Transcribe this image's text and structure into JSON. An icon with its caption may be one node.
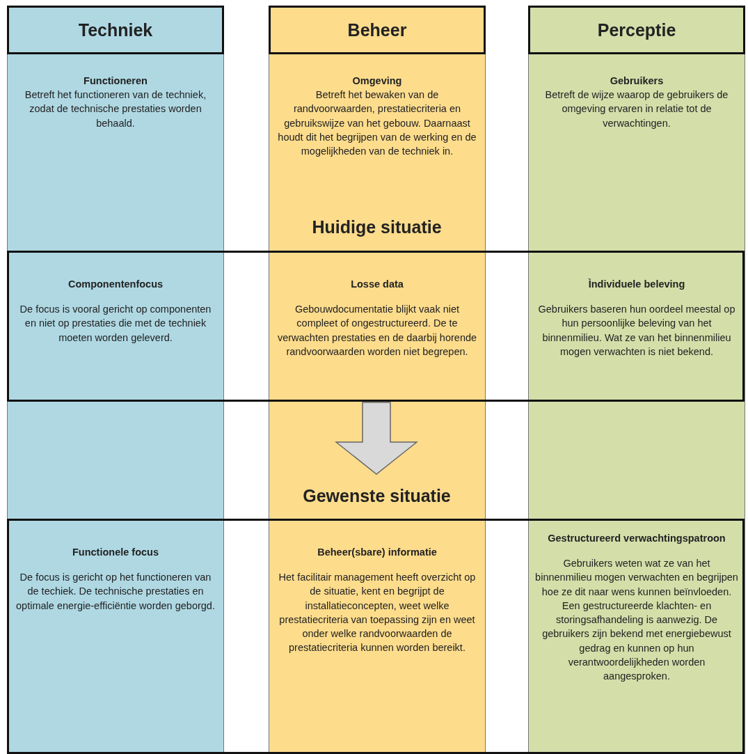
{
  "diagram": {
    "nodes": [
      {
        "text": [
          "Techniek"
        ]
      },
      {
        "text": [
          "Beheer"
        ]
      },
      {
        "text": [
          "Perceptie"
        ]
      },
      {
        "text": [
          "Functioneren",
          "Betreft het functioneren van de techniek, zodat de technische prestaties worden behaald."
        ],
        "in": 0
      },
      {
        "text": [
          "Omgeving",
          "Betreft het bewaken van de randvoorwaarden, prestatiecriteria en gebruikswijze van het gebouw. Daarnaast houdt dit het begrijpen van de werking en de mogelijkheden van de techniek in."
        ],
        "in": 1
      },
      {
        "text": [
          "Gebruikers",
          "Betreft de wijze waarop de gebruikers de omgeving ervaren in relatie tot de verwachtingen."
        ],
        "in": 2
      },
      {
        "text": [
          "Componentenfocus",
          "De focus is vooral gericht op componenten en niet op prestaties die met de techniek moeten worden geleverd."
        ],
        "in": 0
      },
      {
        "text": [
          "Losse data",
          "Gebouwdocumentatie blijkt vaak niet compleet of ongestructureerd. De te verwachten prestaties en de daarbij horende randvoorwaarden worden niet begrepen."
        ],
        "in": 1
      },
      {
        "text": [
          "Ìndividuele beleving",
          "Gebruikers baseren hun oordeel meestal op hun persoonlijke beleving van het binnenmilieu. Wat ze van het binnenmilieu mogen verwachten is niet bekend."
        ],
        "in": 2
      },
      {
        "text": [
          "Functionele focus",
          "De focus is gericht op het functioneren van de techiek. De technische prestaties en optimale energie-efficiëntie worden geborgd."
        ],
        "in": 0
      },
      {
        "text": [
          "Beheer(sbare) informatie",
          "Het facilitair management heeft overzicht op de situatie, kent en begrijpt de installatieconcepten, weet welke prestatiecriteria van toepassing zijn en weet onder welke randvoorwaarden de prestatiecriteria kunnen worden bereikt."
        ],
        "in": 1
      },
      {
        "text": [
          "Gestructureerd verwachtingspatroon",
          "Gebruikers weten wat ze van het binnenmilieu mogen verwachten en begrijpen hoe ze dit naar wens kunnen beïnvloeden. Een gestructureerde klachten- en storingsafhandeling is aanwezig. De gebruikers zijn bekend met energiebewust gedrag en kunnen op hun verantwoordelijkheden worden aangesproken."
        ],
        "in": 2
      }
    ],
    "edges": [],
    "labels": [
      "Huidige situatie",
      "Gewenste situatie"
    ]
  }
}
